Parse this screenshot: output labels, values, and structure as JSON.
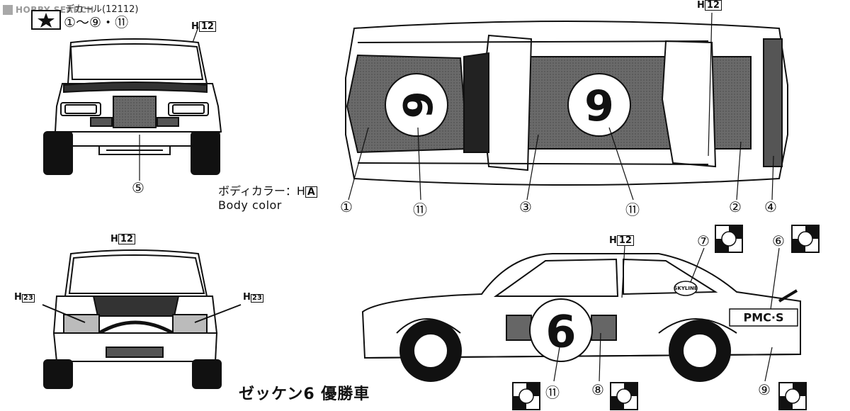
{
  "watermark": "HOBBY SEARCH",
  "header": {
    "part_label": "デカール(12112)",
    "part_ranges": "①～⑨・⑪"
  },
  "paint_codes": {
    "h12_prefix": "H",
    "h12_code": "12",
    "h23_prefix": "H",
    "h23_code": "23"
  },
  "body_color": {
    "label_jp": "ボディカラー：",
    "prefix": "H",
    "code": "A",
    "label_en": "Body color"
  },
  "callouts": {
    "front": [
      "⑤"
    ],
    "top": [
      "①",
      "⑪",
      "③",
      "⑪",
      "②",
      "④"
    ],
    "side": [
      "⑦",
      "⑥",
      "⑪",
      "⑧",
      "⑨"
    ]
  },
  "decals": {
    "top_front_number": "6",
    "top_roof_number": "9",
    "side_door_number": "6",
    "side_sponsor": "PMC·S",
    "side_pillar": "SKYLINE"
  },
  "caption": "ゼッケン6 優勝車",
  "colors": {
    "line": "#111111",
    "stripe": "#5a5a5a",
    "paper": "#ffffff"
  }
}
